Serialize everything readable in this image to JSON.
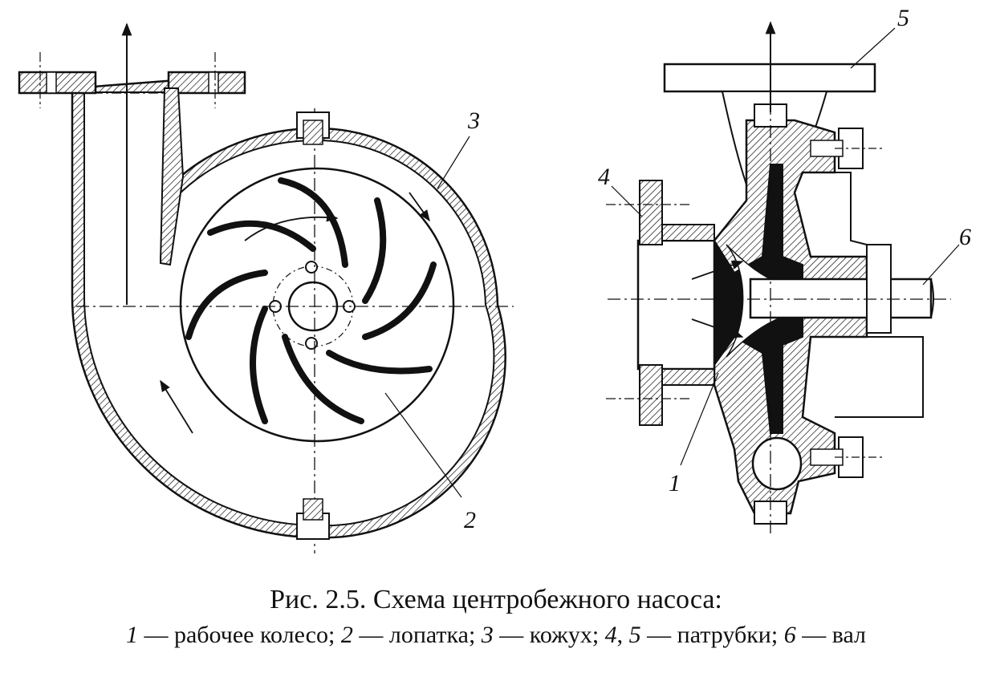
{
  "figure": {
    "labels": {
      "impeller": "1",
      "blade": "2",
      "casing": "3",
      "nozzle_inlet": "4",
      "nozzle_outlet": "5",
      "shaft": "6"
    }
  },
  "caption": {
    "title": "Рис. 2.5. Схема центробежного насоса:",
    "legend": [
      {
        "num": "1",
        "text": " — рабочее колесо; "
      },
      {
        "num": "2",
        "text": " — лопатка; "
      },
      {
        "num": "3",
        "text": " — кожух; "
      },
      {
        "num": "4",
        "text": ", "
      },
      {
        "num": "5",
        "text": " — патрубки; "
      },
      {
        "num": "6",
        "text": " — вал"
      }
    ]
  }
}
